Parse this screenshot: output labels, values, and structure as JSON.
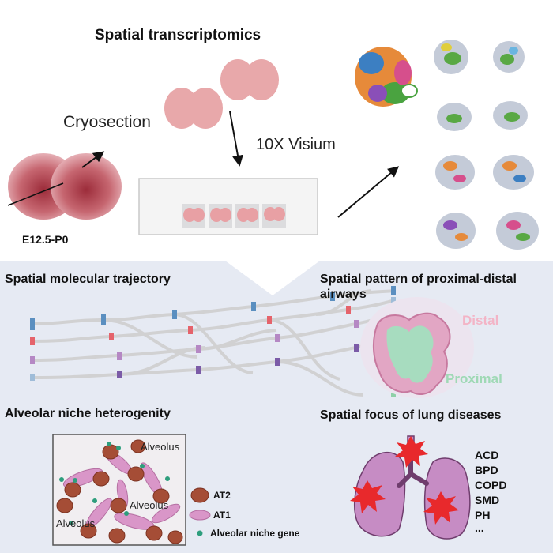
{
  "header": {
    "title": "Spatial transcriptomics",
    "cryosection_label": "Cryosection",
    "platform_label": "10X Visium",
    "stage_label": "E12.5-P0"
  },
  "panels": {
    "trajectory": {
      "title": "Spatial molecular trajectory"
    },
    "airways": {
      "title": "Spatial pattern of proximal-distal airways",
      "distal_label": "Distal",
      "proximal_label": "Proximal"
    },
    "niche": {
      "title": "Alveolar niche heterogenity",
      "region_labels": [
        "Alveolus",
        "Alveolus",
        "Alveolus"
      ],
      "legend": [
        "AT2",
        "AT1",
        "Alveolar niche gene"
      ]
    },
    "diseases": {
      "title": "Spatial focus of lung diseases",
      "items": [
        "ACD",
        "BPD",
        "COPD",
        "SMD",
        "PH",
        "..."
      ]
    }
  },
  "colors": {
    "lung_pink": "#e8a8aa",
    "lung_dark": "#b9454e",
    "bottom_bg": "#e6eaf3",
    "distal": "#f3b4c6",
    "proximal": "#9fd9b5",
    "at2": "#a54d36",
    "at1": "#d996c8",
    "niche_gene": "#2e9e7d",
    "disease_lung": "#c68cc4",
    "disease_star": "#e8292c"
  },
  "icons": [
    "lung-icon",
    "arrow-icon",
    "visium-slide-icon",
    "spatial-cluster-map-icon",
    "burst-star-icon"
  ]
}
